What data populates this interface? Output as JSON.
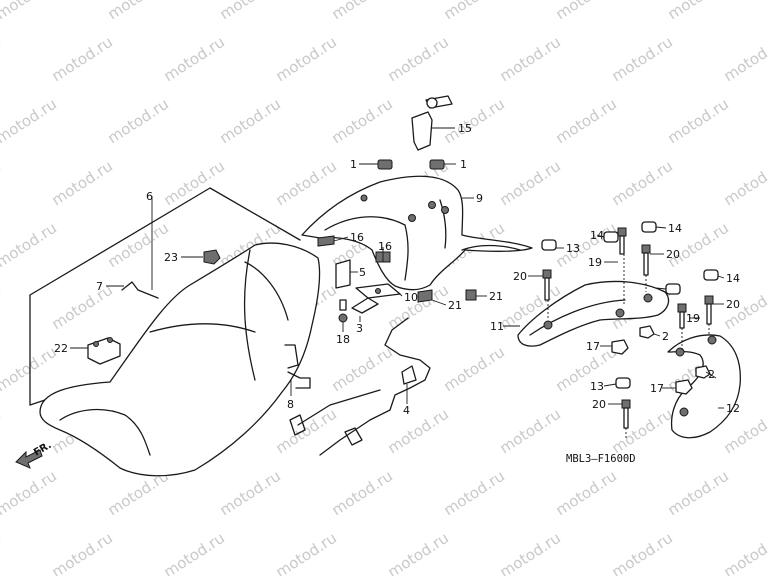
{
  "diagram": {
    "watermark_text": "motod.ru",
    "drawing_code": "MBL3–F1600D",
    "front_marker": "FR.",
    "callouts": [
      {
        "id": "c6",
        "text": "6"
      },
      {
        "id": "c23",
        "text": "23"
      },
      {
        "id": "c7",
        "text": "7"
      },
      {
        "id": "c22",
        "text": "22"
      },
      {
        "id": "c8",
        "text": "8"
      },
      {
        "id": "c1a",
        "text": "1"
      },
      {
        "id": "c1b",
        "text": "1"
      },
      {
        "id": "c15",
        "text": "15"
      },
      {
        "id": "c9",
        "text": "9"
      },
      {
        "id": "c16a",
        "text": "16"
      },
      {
        "id": "c16b",
        "text": "16"
      },
      {
        "id": "c5",
        "text": "5"
      },
      {
        "id": "c10",
        "text": "10"
      },
      {
        "id": "c21a",
        "text": "21"
      },
      {
        "id": "c21b",
        "text": "21"
      },
      {
        "id": "c3",
        "text": "3"
      },
      {
        "id": "c18",
        "text": "18"
      },
      {
        "id": "c4",
        "text": "4"
      },
      {
        "id": "c13a",
        "text": "13"
      },
      {
        "id": "c14a",
        "text": "14"
      },
      {
        "id": "c14b",
        "text": "14"
      },
      {
        "id": "c14c",
        "text": "14"
      },
      {
        "id": "c20a",
        "text": "20"
      },
      {
        "id": "c20b",
        "text": "20"
      },
      {
        "id": "c20c",
        "text": "20"
      },
      {
        "id": "c20d",
        "text": "20"
      },
      {
        "id": "c19a",
        "text": "19"
      },
      {
        "id": "c19b",
        "text": "19"
      },
      {
        "id": "c11",
        "text": "11"
      },
      {
        "id": "c17a",
        "text": "17"
      },
      {
        "id": "c17b",
        "text": "17"
      },
      {
        "id": "c2a",
        "text": "2"
      },
      {
        "id": "c2b",
        "text": "2"
      },
      {
        "id": "c13b",
        "text": "13"
      },
      {
        "id": "c12",
        "text": "12"
      }
    ]
  }
}
